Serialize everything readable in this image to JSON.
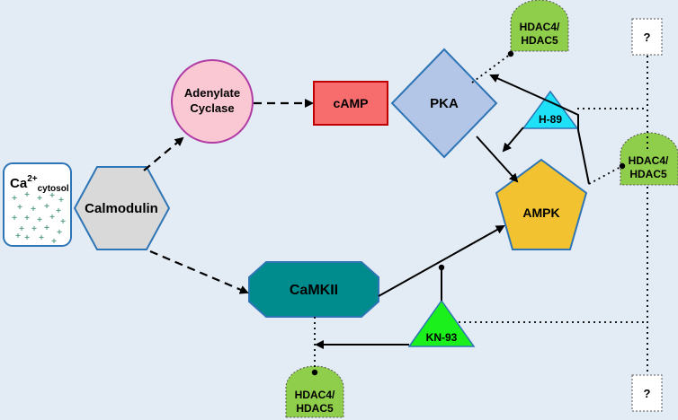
{
  "nodes": {
    "ca": {
      "label": "Ca",
      "sup": "2+",
      "sub": "cytosol"
    },
    "calmodulin": {
      "label": "Calmodulin"
    },
    "adenylate_cyclase": {
      "line1": "Adenylate",
      "line2": "Cyclase"
    },
    "camp": {
      "label": "cAMP"
    },
    "pka": {
      "label": "PKA"
    },
    "h89": {
      "label": "H-89"
    },
    "ampk": {
      "label": "AMPK"
    },
    "camkii": {
      "label": "CaMKII"
    },
    "kn93": {
      "label": "KN-93"
    },
    "hdac_top": {
      "line1": "HDAC4/",
      "line2": "HDAC5"
    },
    "hdac_right": {
      "line1": "HDAC4/",
      "line2": "HDAC5"
    },
    "hdac_bottom": {
      "line1": "HDAC4/",
      "line2": "HDAC5"
    },
    "unknown_top": {
      "label": "?"
    },
    "unknown_bottom": {
      "label": "?"
    }
  },
  "colors": {
    "background": "#e3ebf5",
    "calmodulin": "#d9d9d9",
    "adenylate_cyclase": "#f9c8d2",
    "camp": "#f76d6d",
    "pka": "#b4c6e7",
    "h89": "#1ee0f7",
    "ampk": "#f2c230",
    "camkii": "#008c8c",
    "kn93": "#1cf01c",
    "hdac": "#8fce4a",
    "ca_dots": "#5fa38a"
  }
}
